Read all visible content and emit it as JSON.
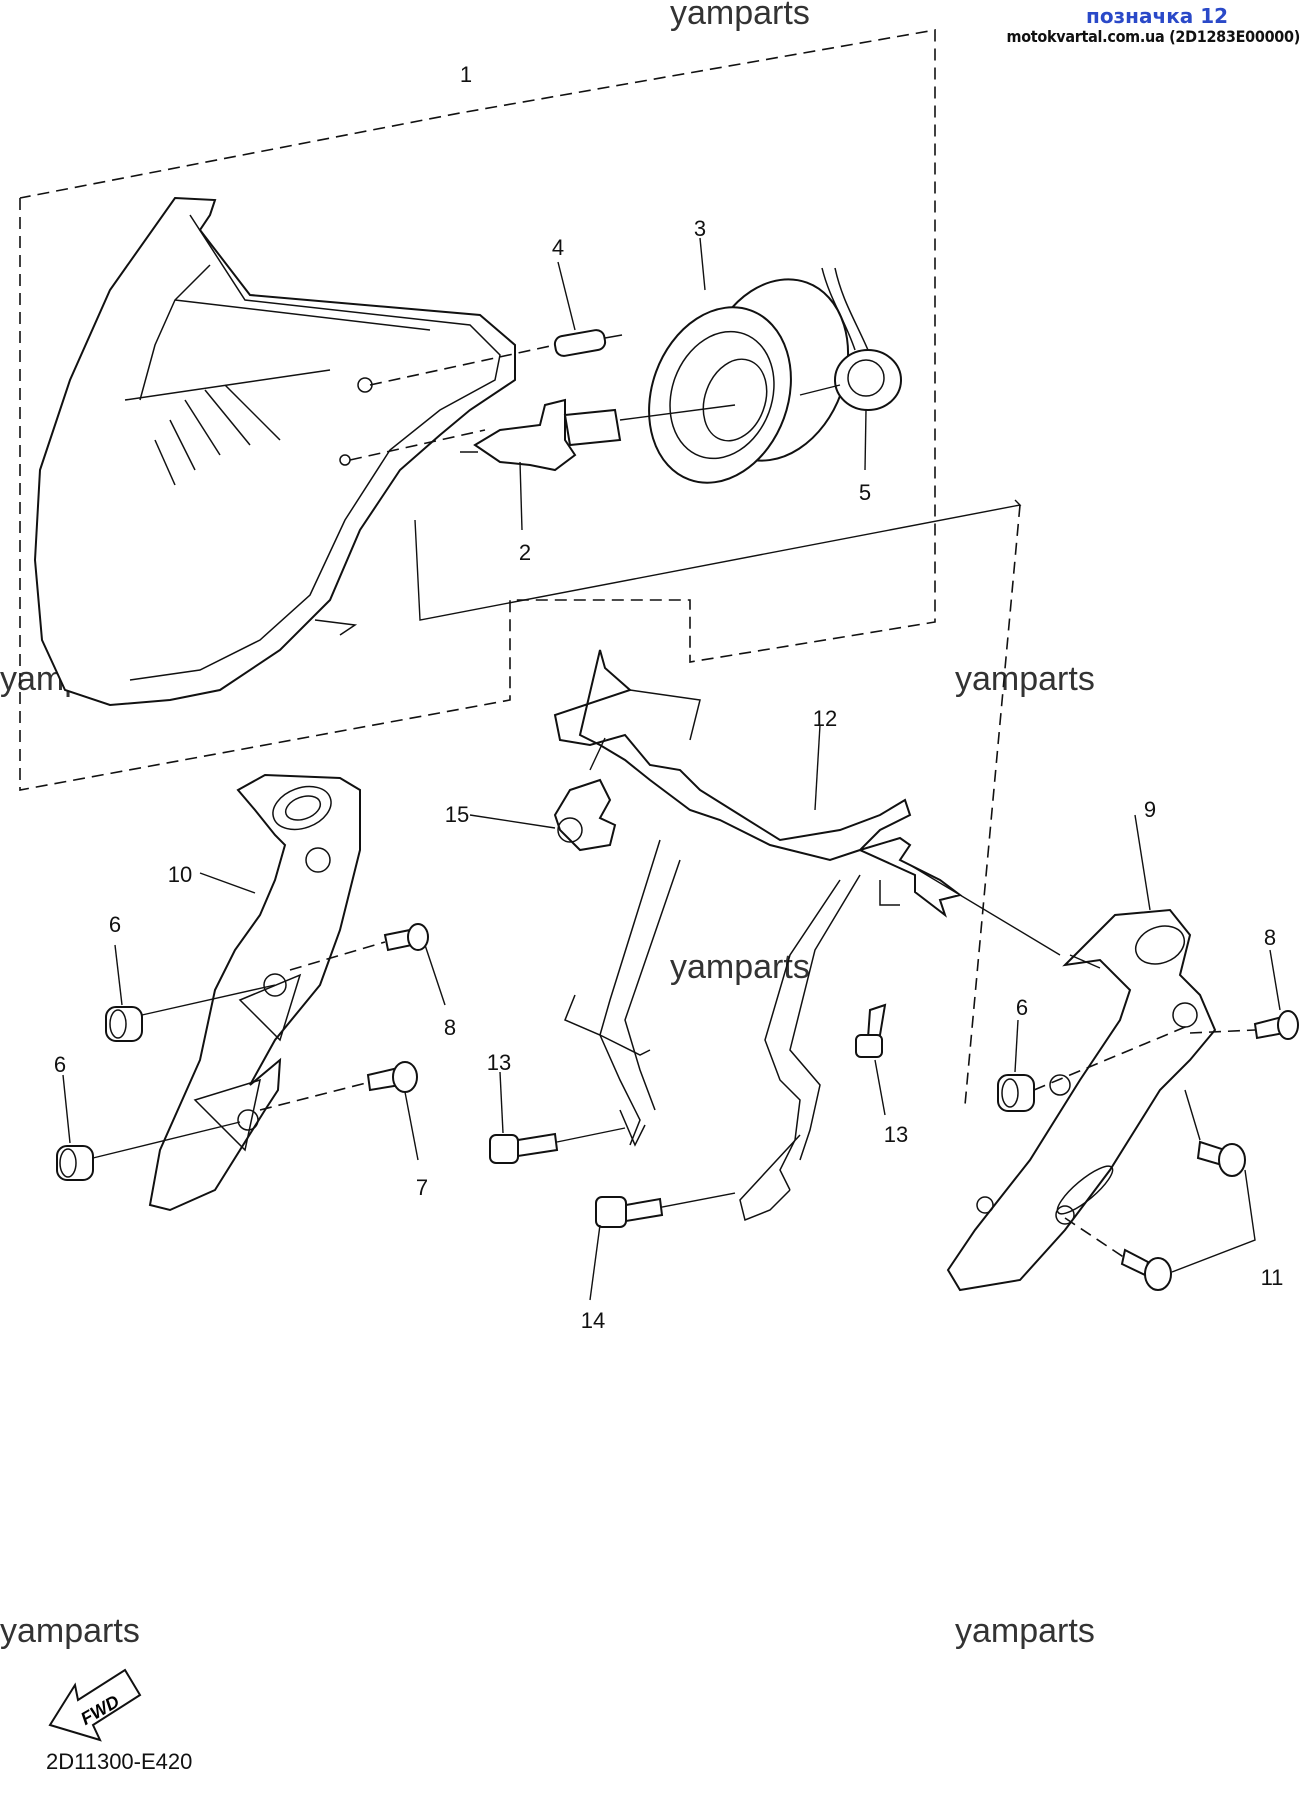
{
  "header": {
    "title": "позначка 12",
    "site": "motokvartal.com.ua (2D1283E00000)"
  },
  "watermark": "yamparts",
  "diagram_code": "2D11300-E420",
  "fwd_label": "FWD",
  "callouts": [
    "1",
    "2",
    "3",
    "4",
    "5",
    "6",
    "6",
    "6",
    "7",
    "8",
    "8",
    "9",
    "10",
    "11",
    "12",
    "13",
    "13",
    "14",
    "15"
  ]
}
